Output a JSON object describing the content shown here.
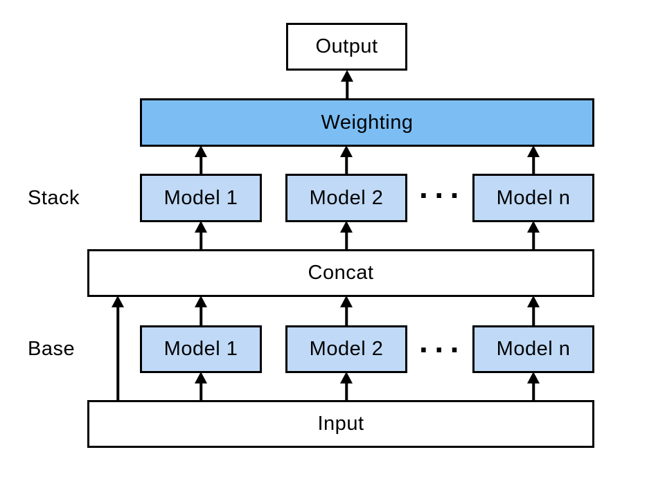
{
  "diagram": {
    "output_label": "Output",
    "weighting_label": "Weighting",
    "concat_label": "Concat",
    "input_label": "Input",
    "stack": {
      "label": "Stack",
      "models": [
        "Model 1",
        "Model 2",
        "Model n"
      ],
      "ellipsis": "···"
    },
    "base": {
      "label": "Base",
      "models": [
        "Model 1",
        "Model 2",
        "Model n"
      ],
      "ellipsis": "···"
    }
  },
  "colors": {
    "weighting_fill": "#7CBEF4",
    "model_fill": "#BFD9F6",
    "box_fill": "#FFFFFF",
    "line": "#000000",
    "background": "#FFFFFF"
  }
}
